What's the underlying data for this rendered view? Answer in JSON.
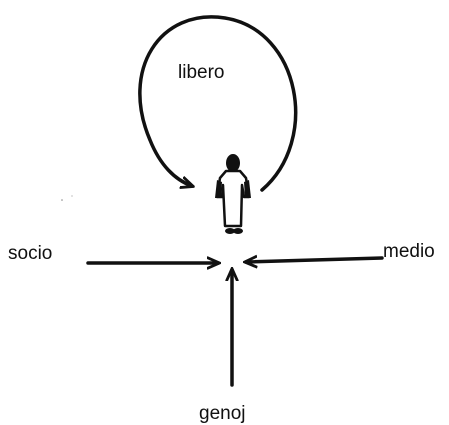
{
  "labels": {
    "top": "libero",
    "left": "socio",
    "right": "medio",
    "bottom": "genoj"
  },
  "colors": {
    "ink": "#111111",
    "background": "#ffffff"
  }
}
